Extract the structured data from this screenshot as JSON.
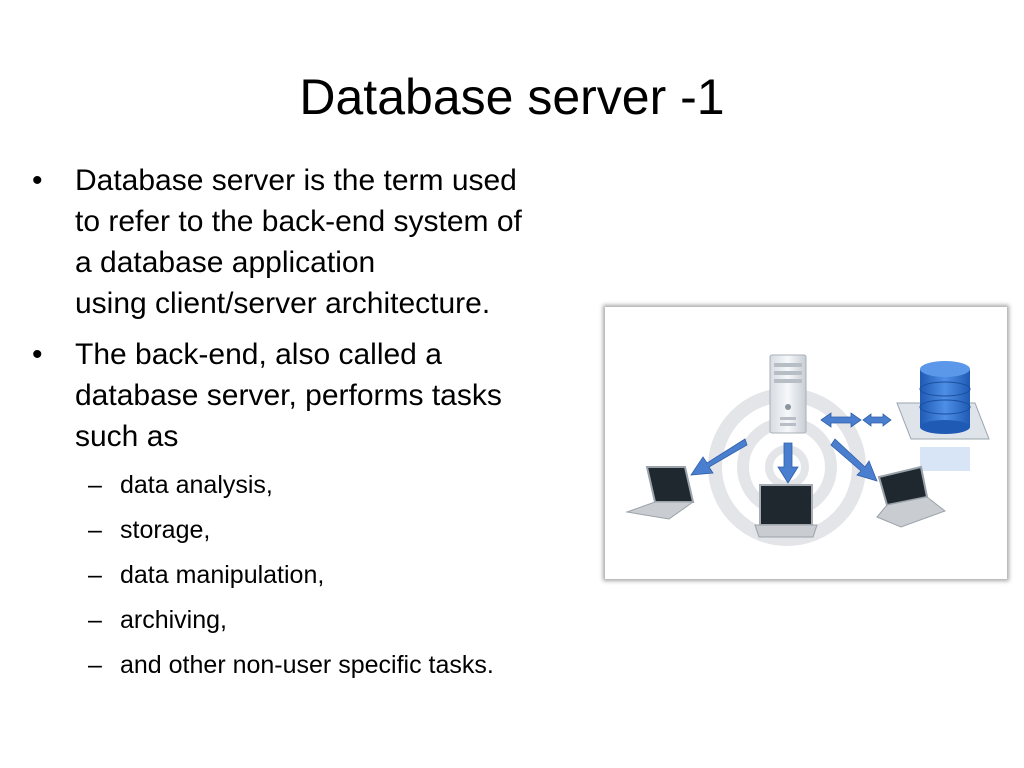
{
  "slide": {
    "title": "Database server -1",
    "bullets": [
      {
        "lines": [
          "Database server is the term used",
          "to refer to the back-end system of",
          "a database application",
          "using client/server architecture."
        ]
      },
      {
        "lines": [
          "The back-end, also called a",
          "database server, performs tasks",
          "such as"
        ],
        "subitems": [
          "data analysis,",
          "storage,",
          "data manipulation,",
          "archiving,",
          "and other non-user specific tasks."
        ]
      }
    ]
  },
  "figure": {
    "icons": [
      "server-tower-icon",
      "database-cylinder-icon",
      "laptop-icon",
      "laptop-icon",
      "laptop-icon",
      "arrow-icon",
      "background-swirl-icon"
    ],
    "colors": {
      "arrow": "#4a7fd0",
      "database": "#2f6fcb",
      "server": "#e8ecf0",
      "laptop_body": "#c9ccd0",
      "laptop_screen": "#202833"
    }
  }
}
